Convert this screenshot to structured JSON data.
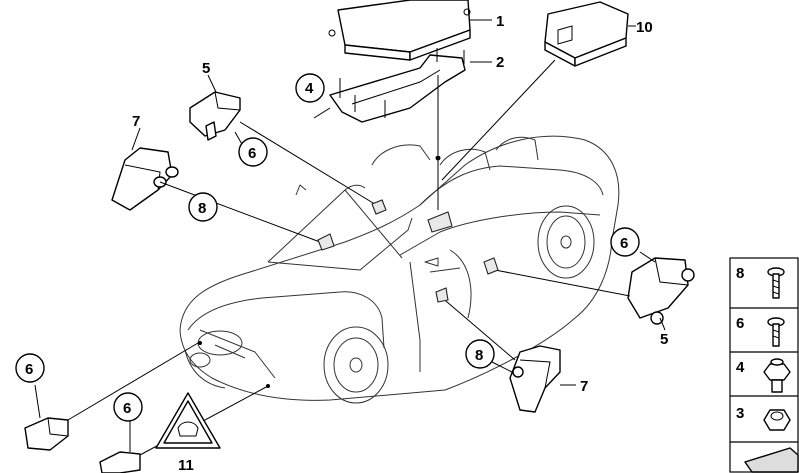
{
  "callouts": [
    {
      "id": "c1",
      "label": "1"
    },
    {
      "id": "c2",
      "label": "2"
    },
    {
      "id": "c4",
      "label": "4"
    },
    {
      "id": "c5a",
      "label": "5"
    },
    {
      "id": "c6a",
      "label": "6"
    },
    {
      "id": "c7a",
      "label": "7"
    },
    {
      "id": "c8a",
      "label": "8"
    },
    {
      "id": "c10",
      "label": "10"
    },
    {
      "id": "c6b",
      "label": "6"
    },
    {
      "id": "c5b",
      "label": "5"
    },
    {
      "id": "c8b",
      "label": "8"
    },
    {
      "id": "c7b",
      "label": "7"
    },
    {
      "id": "c6c",
      "label": "6"
    },
    {
      "id": "c6d",
      "label": "6"
    },
    {
      "id": "c11",
      "label": "11"
    }
  ],
  "fastener_legend": [
    {
      "label": "8"
    },
    {
      "label": "6"
    },
    {
      "label": "4"
    },
    {
      "label": "3"
    }
  ]
}
